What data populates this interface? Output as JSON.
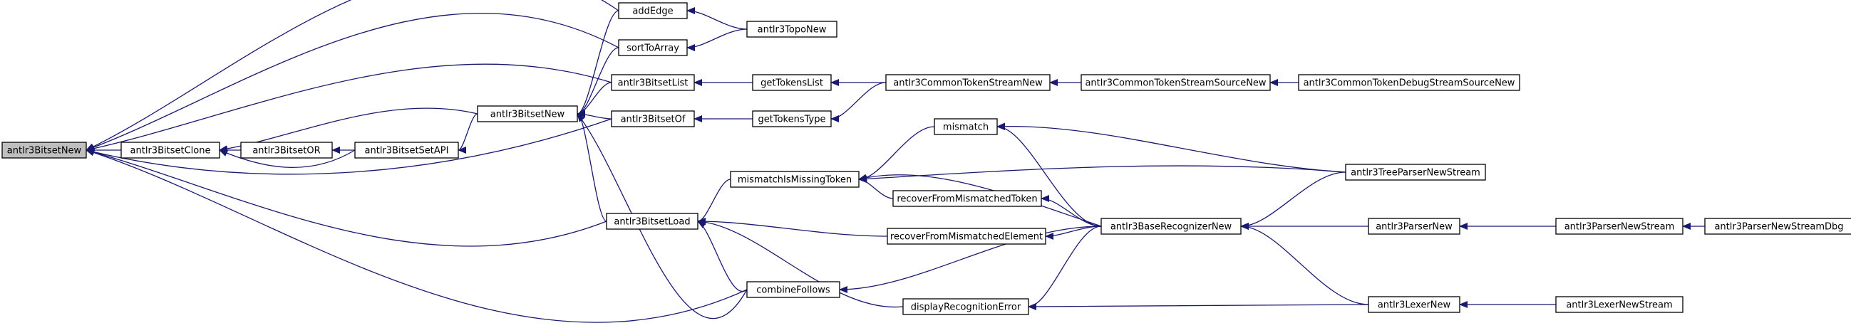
{
  "nodes": [
    {
      "id": "n0",
      "label": "antlr3BitsetNew",
      "root": true
    },
    {
      "id": "n1",
      "label": "antlr3BitsetClone"
    },
    {
      "id": "n2",
      "label": "antlr3BitsetOR"
    },
    {
      "id": "n3",
      "label": "antlr3BitsetSetAPI"
    },
    {
      "id": "n4",
      "label": "antlr3BitsetNew"
    },
    {
      "id": "n5",
      "label": "addEdge"
    },
    {
      "id": "n6",
      "label": "sortToArray"
    },
    {
      "id": "n7",
      "label": "antlr3BitsetList"
    },
    {
      "id": "n8",
      "label": "antlr3BitsetOf"
    },
    {
      "id": "n9",
      "label": "antlr3BitsetLoad"
    },
    {
      "id": "n10",
      "label": "combineFollows"
    },
    {
      "id": "n11",
      "label": "antlr3TopoNew"
    },
    {
      "id": "n12",
      "label": "getTokensList"
    },
    {
      "id": "n13",
      "label": "getTokensType"
    },
    {
      "id": "n14",
      "label": "antlr3CommonTokenStreamNew"
    },
    {
      "id": "n15",
      "label": "antlr3CommonTokenStreamSourceNew"
    },
    {
      "id": "n16",
      "label": "antlr3CommonTokenDebugStreamSourceNew"
    },
    {
      "id": "n17",
      "label": "mismatchIsMissingToken"
    },
    {
      "id": "n18",
      "label": "mismatch"
    },
    {
      "id": "n19",
      "label": "recoverFromMismatchedToken"
    },
    {
      "id": "n20",
      "label": "recoverFromMismatchedElement"
    },
    {
      "id": "n21",
      "label": "displayRecognitionError"
    },
    {
      "id": "n22",
      "label": "antlr3BaseRecognizerNew"
    },
    {
      "id": "n23",
      "label": "antlr3TreeParserNewStream"
    },
    {
      "id": "n24",
      "label": "antlr3ParserNew"
    },
    {
      "id": "n25",
      "label": "antlr3ParserNewStream"
    },
    {
      "id": "n26",
      "label": "antlr3ParserNewStreamDbg"
    },
    {
      "id": "n27",
      "label": "antlr3LexerNew"
    },
    {
      "id": "n28",
      "label": "antlr3LexerNewStream"
    }
  ],
  "edges": [
    [
      "n1",
      "n0"
    ],
    [
      "n2",
      "n1"
    ],
    [
      "n3",
      "n1"
    ],
    [
      "n3",
      "n2"
    ],
    [
      "n4",
      "n1"
    ],
    [
      "n4",
      "n3"
    ],
    [
      "n5",
      "n0"
    ],
    [
      "n5",
      "n4"
    ],
    [
      "n6",
      "n0"
    ],
    [
      "n6",
      "n4"
    ],
    [
      "n7",
      "n0"
    ],
    [
      "n7",
      "n4"
    ],
    [
      "n8",
      "n0"
    ],
    [
      "n8",
      "n4"
    ],
    [
      "n9",
      "n0"
    ],
    [
      "n9",
      "n4"
    ],
    [
      "n10",
      "n0"
    ],
    [
      "n10",
      "n4"
    ],
    [
      "n10",
      "n9"
    ],
    [
      "n11",
      "n5"
    ],
    [
      "n11",
      "n6"
    ],
    [
      "n12",
      "n7"
    ],
    [
      "n13",
      "n8"
    ],
    [
      "n14",
      "n12"
    ],
    [
      "n14",
      "n13"
    ],
    [
      "n15",
      "n14"
    ],
    [
      "n16",
      "n15"
    ],
    [
      "n17",
      "n9"
    ],
    [
      "n18",
      "n17"
    ],
    [
      "n19",
      "n17"
    ],
    [
      "n20",
      "n9"
    ],
    [
      "n21",
      "n9"
    ],
    [
      "n22",
      "n17"
    ],
    [
      "n22",
      "n18"
    ],
    [
      "n22",
      "n19"
    ],
    [
      "n22",
      "n20"
    ],
    [
      "n22",
      "n21"
    ],
    [
      "n22",
      "n10"
    ],
    [
      "n23",
      "n17"
    ],
    [
      "n23",
      "n18"
    ],
    [
      "n23",
      "n22"
    ],
    [
      "n24",
      "n22"
    ],
    [
      "n25",
      "n24"
    ],
    [
      "n26",
      "n25"
    ],
    [
      "n27",
      "n22"
    ],
    [
      "n27",
      "n21"
    ],
    [
      "n28",
      "n27"
    ]
  ]
}
